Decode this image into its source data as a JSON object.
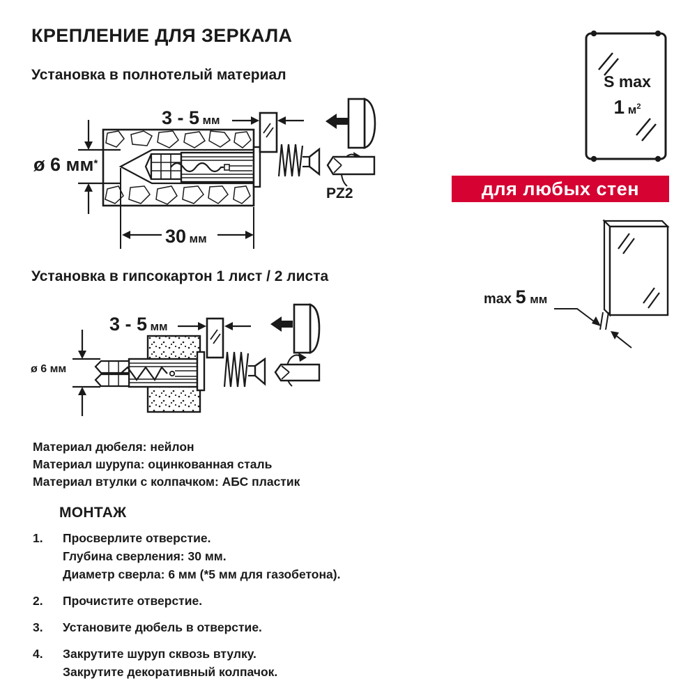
{
  "page": {
    "title": "КРЕПЛЕНИЕ ДЛЯ ЗЕРКАЛА",
    "text_color": "#1a1a1a"
  },
  "sections": {
    "solid_wall": "Установка в полнотелый материал",
    "drywall": "Установка в гипсокартон 1 лист / 2 листа"
  },
  "diagram_solid": {
    "glass_thickness_value": "3 - 5",
    "glass_thickness_unit": "мм",
    "hole_diameter": "ø 6 мм",
    "hole_diameter_note": "*",
    "drill_depth_value": "30",
    "drill_depth_unit": "мм",
    "bit_label": "PZ2"
  },
  "diagram_drywall": {
    "glass_thickness_value": "3 - 5",
    "glass_thickness_unit": "мм",
    "hole_diameter": "ø 6 мм"
  },
  "mirror_badge": {
    "line1": "S max",
    "value": "1",
    "unit": "м",
    "unit_sup": "2"
  },
  "banner": {
    "text": "для любых стен",
    "bg_color": "#d50232",
    "text_color": "#ffffff"
  },
  "thickness_note": {
    "prefix": "max",
    "value": "5",
    "unit": "мм"
  },
  "materials": [
    "Материал дюбеля: нейлон",
    "Материал шурупа: оцинкованная сталь",
    "Материал втулки с колпачком: АБС пластик"
  ],
  "assembly": {
    "heading": "МОНТАЖ",
    "steps": [
      {
        "num": "1.",
        "lines": [
          "Просверлите отверстие.",
          "Глубина сверления: 30 мм.",
          "Диаметр сверла: 6 мм (*5 мм для газобетона)."
        ]
      },
      {
        "num": "2.",
        "lines": [
          "Прочистите отверстие."
        ]
      },
      {
        "num": "3.",
        "lines": [
          "Установите дюбель в отверстие."
        ]
      },
      {
        "num": "4.",
        "lines": [
          "Закрутите шуруп сквозь втулку.",
          "Закрутите декоративный колпачок."
        ]
      }
    ]
  }
}
